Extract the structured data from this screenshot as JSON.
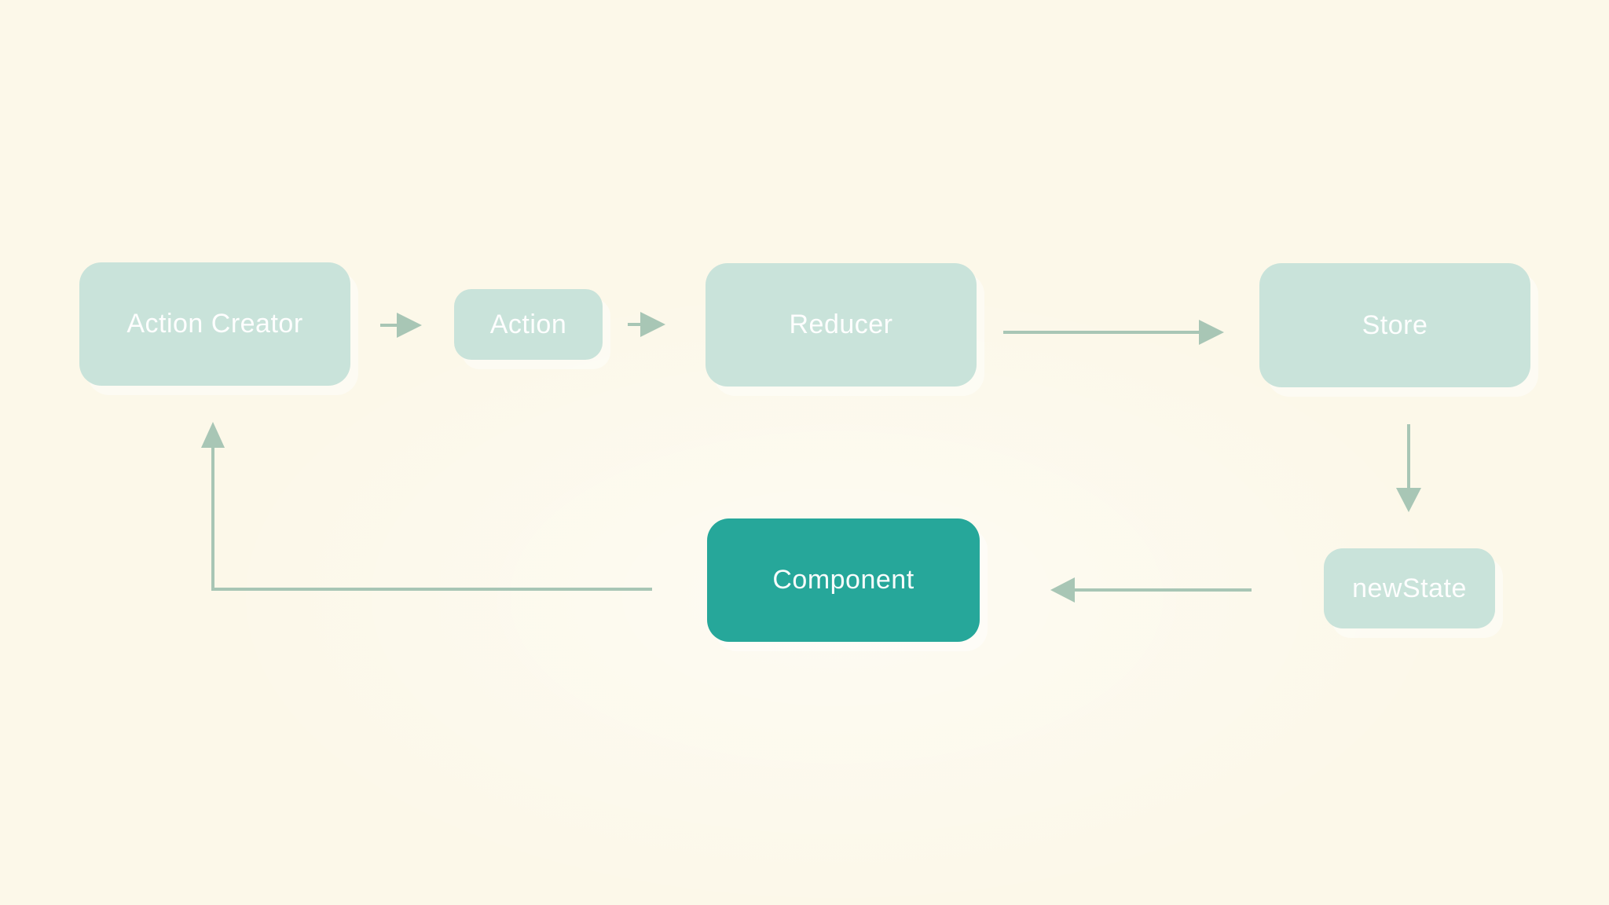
{
  "diagram": {
    "nodes": [
      {
        "id": "action-creator",
        "label": "Action Creator",
        "variant": "light"
      },
      {
        "id": "action",
        "label": "Action",
        "variant": "light"
      },
      {
        "id": "reducer",
        "label": "Reducer",
        "variant": "light"
      },
      {
        "id": "store",
        "label": "Store",
        "variant": "light"
      },
      {
        "id": "new-state",
        "label": "newState",
        "variant": "light"
      },
      {
        "id": "component",
        "label": "Component",
        "variant": "accent"
      }
    ],
    "edges": [
      {
        "from": "action-creator",
        "to": "action"
      },
      {
        "from": "action",
        "to": "reducer"
      },
      {
        "from": "reducer",
        "to": "store"
      },
      {
        "from": "store",
        "to": "new-state"
      },
      {
        "from": "new-state",
        "to": "component"
      },
      {
        "from": "component",
        "to": "action-creator"
      }
    ],
    "colors": {
      "background": "#fcf8e9",
      "node_light_fill": "#c9e3da",
      "node_accent_fill": "#26a79a",
      "arrow": "#a8c6b5",
      "node_text": "#ffffff"
    }
  }
}
